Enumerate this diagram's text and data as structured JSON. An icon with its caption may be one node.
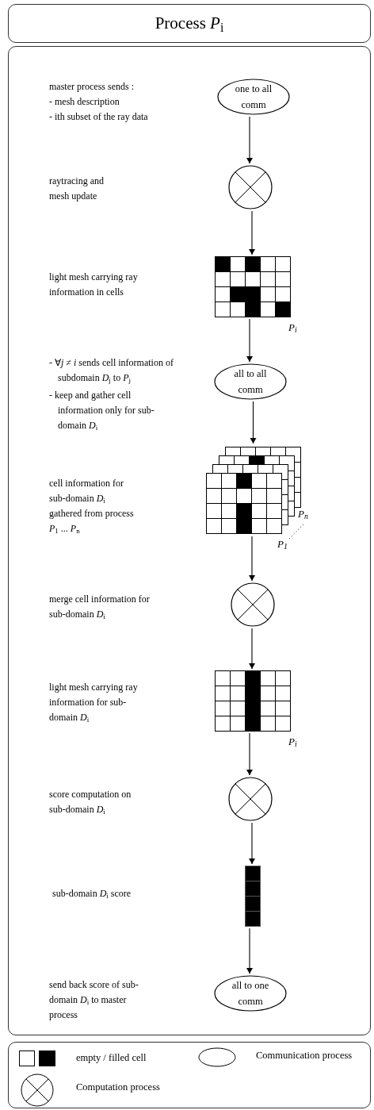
{
  "diagram": {
    "nodes": [
      {
        "text": [
          "Process *P*$_{i}$"
        ]
      },
      {
        "text": [],
        "shape": "box"
      },
      {
        "text": [
          "one to all comm"
        ],
        "in": 1
      },
      {
        "text": [],
        "shape": "circle",
        "in": 1
      },
      {
        "text": [],
        "shape": "grid",
        "in": 1,
        "beside": [
          "*P*$_{i}$"
        ]
      },
      {
        "text": [
          "all to all comm"
        ],
        "in": 1
      },
      {
        "text": [],
        "shape": "grid",
        "in": 1,
        "beside": [
          "*P*$_{n}$",
          "*P*$_{1}$"
        ]
      },
      {
        "text": [],
        "shape": "circle",
        "in": 1
      },
      {
        "text": [],
        "shape": "grid",
        "in": 1,
        "beside": [
          "*P*$_{i}$"
        ]
      },
      {
        "text": [],
        "shape": "circle",
        "in": 1
      },
      {
        "text": [],
        "shape": "bar",
        "in": 1
      },
      {
        "text": [
          "all to one comm"
        ],
        "in": 1
      }
    ],
    "edges": [
      {
        "from": 2,
        "to": 3,
        "arrow": "to"
      },
      {
        "from": 3,
        "to": 4,
        "arrow": "to"
      },
      {
        "from": 4,
        "to": 5,
        "arrow": "to"
      },
      {
        "from": 5,
        "to": 6,
        "arrow": "to"
      },
      {
        "from": 6,
        "to": 7,
        "arrow": "to"
      },
      {
        "from": 7,
        "to": 8,
        "arrow": "to"
      },
      {
        "from": 8,
        "to": 9,
        "arrow": "to"
      },
      {
        "from": 9,
        "to": 10,
        "arrow": "to"
      },
      {
        "from": 10,
        "to": 11,
        "arrow": "to"
      }
    ],
    "labels": [
      "master process sends :",
      "- mesh description",
      "- ith subset of the ray data",
      "raytracing and mesh update",
      "light mesh carrying ray information in cells",
      "- ∀*j* ≠ *i* sends cell information of subdomain *D*$_{j}$ to *P*$_{j}$",
      "- keep and gather cell information only for sub-domain *D*$_{i}$",
      "cell information for sub-domain *D*$_{i}$ gathered from process *P*$_{1}$ ... *P*$_{n}$",
      "merge cell information for sub-domain *D*$_{i}$",
      "light mesh carrying ray information for sub-domain *D*$_{i}$",
      "score computation on sub-domain *D*$_{i}$",
      "sub-domain *D*$_{i}$ score",
      "send back score of sub-domain *D*$_{i}$ to master process"
    ],
    "legend": [
      {
        "text": "empty / filled cell"
      },
      {
        "text": "Communication process"
      },
      {
        "text": "Computation process"
      }
    ]
  }
}
